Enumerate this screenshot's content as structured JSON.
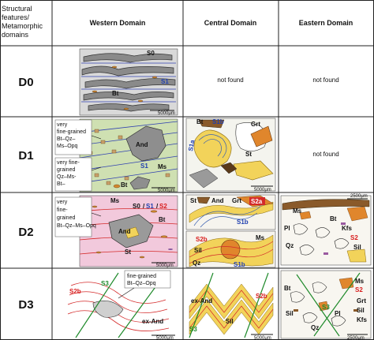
{
  "header": {
    "col0": [
      "Structural",
      "features/",
      "Metamorphic",
      "domains"
    ],
    "col1": "Western Domain",
    "col2": "Central Domain",
    "col3": "Eastern Domain"
  },
  "rows": [
    {
      "label": "D0"
    },
    {
      "label": "D1"
    },
    {
      "label": "D2"
    },
    {
      "label": "D3"
    }
  ],
  "not_found": "not found",
  "scale_bar": "5000μm",
  "scale_bar_small": "2500μm",
  "labels": {
    "S0": "S0",
    "S1": "S1",
    "S2": "S2",
    "S3": "S3",
    "S1a": "S1a",
    "S1b": "S1b",
    "S2a": "S2a",
    "S2b": "S2b",
    "Bt": "Bt",
    "And": "And",
    "Ms": "Ms",
    "St": "St",
    "Grt": "Grt",
    "Qz": "Qz",
    "Sil": "Sil",
    "Pl": "Pl",
    "Kfs": "Kfs",
    "exAnd": "ex-And",
    "sep": "/"
  },
  "notes": {
    "d1_a": [
      "very",
      "fine-grained",
      "Bt–Qz–",
      "Ms–Opq"
    ],
    "d1_b": [
      "very fine-",
      "grained",
      "Qz–Ms-",
      "Bt–"
    ],
    "d2": [
      "very",
      "fine-",
      "grained",
      "Bt–Qz–Ms–Opq"
    ],
    "d3": [
      "fine-grained",
      "Bt–Qz–Opq"
    ]
  }
}
